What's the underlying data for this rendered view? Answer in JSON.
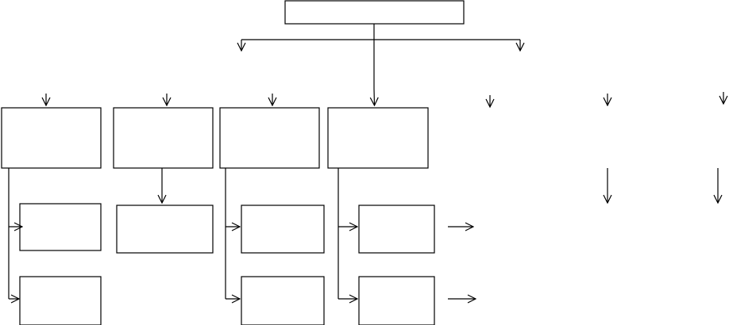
{
  "diagram": {
    "type": "flowchart-skeleton",
    "stroke_color": "#000000",
    "background_color": "#ffffff",
    "boxes": [
      {
        "id": "root",
        "label": ""
      },
      {
        "id": "level1-box-1",
        "label": ""
      },
      {
        "id": "level1-box-2",
        "label": ""
      },
      {
        "id": "level1-box-3",
        "label": ""
      },
      {
        "id": "level1-box-4",
        "label": ""
      },
      {
        "id": "level2-box-1a",
        "label": ""
      },
      {
        "id": "level2-box-1b",
        "label": ""
      },
      {
        "id": "level2-box-2a",
        "label": ""
      },
      {
        "id": "level2-box-3a",
        "label": ""
      },
      {
        "id": "level2-box-3b",
        "label": ""
      },
      {
        "id": "level2-box-4a",
        "label": ""
      },
      {
        "id": "level2-box-4b",
        "label": ""
      }
    ],
    "connectors": [
      {
        "from": "root",
        "to": "level1-box-4"
      },
      {
        "from": "level1-box-1",
        "to": "level2-box-1a"
      },
      {
        "from": "level1-box-1",
        "to": "level2-box-1b"
      },
      {
        "from": "level1-box-2",
        "to": "level2-box-2a"
      },
      {
        "from": "level1-box-3",
        "to": "level2-box-3a"
      },
      {
        "from": "level1-box-3",
        "to": "level2-box-3b"
      },
      {
        "from": "level1-box-4",
        "to": "level2-box-4a"
      },
      {
        "from": "level1-box-4",
        "to": "level2-box-4b"
      }
    ],
    "dangling_arrow_count": 10
  }
}
